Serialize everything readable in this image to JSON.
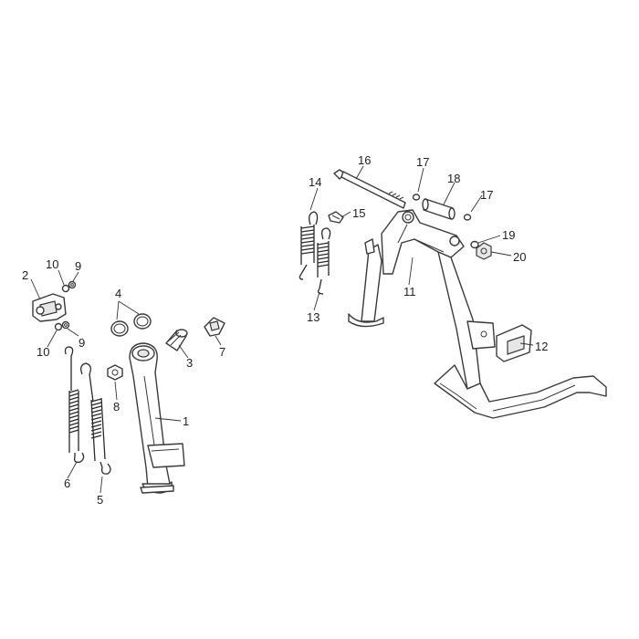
{
  "callouts": [
    {
      "id": "c1",
      "text": "1"
    },
    {
      "id": "c2",
      "text": "2"
    },
    {
      "id": "c3",
      "text": "3"
    },
    {
      "id": "c4",
      "text": "4"
    },
    {
      "id": "c5",
      "text": "5"
    },
    {
      "id": "c6",
      "text": "6"
    },
    {
      "id": "c7",
      "text": "7"
    },
    {
      "id": "c8",
      "text": "8"
    },
    {
      "id": "c9a",
      "text": "9"
    },
    {
      "id": "c9b",
      "text": "9"
    },
    {
      "id": "c10a",
      "text": "10"
    },
    {
      "id": "c10b",
      "text": "10"
    },
    {
      "id": "c11",
      "text": "11"
    },
    {
      "id": "c12",
      "text": "12"
    },
    {
      "id": "c13",
      "text": "13"
    },
    {
      "id": "c14",
      "text": "14"
    },
    {
      "id": "c15",
      "text": "15"
    },
    {
      "id": "c16",
      "text": "16"
    },
    {
      "id": "c17a",
      "text": "17"
    },
    {
      "id": "c17b",
      "text": "17"
    },
    {
      "id": "c18",
      "text": "18"
    },
    {
      "id": "c19",
      "text": "19"
    },
    {
      "id": "c20",
      "text": "20"
    }
  ]
}
